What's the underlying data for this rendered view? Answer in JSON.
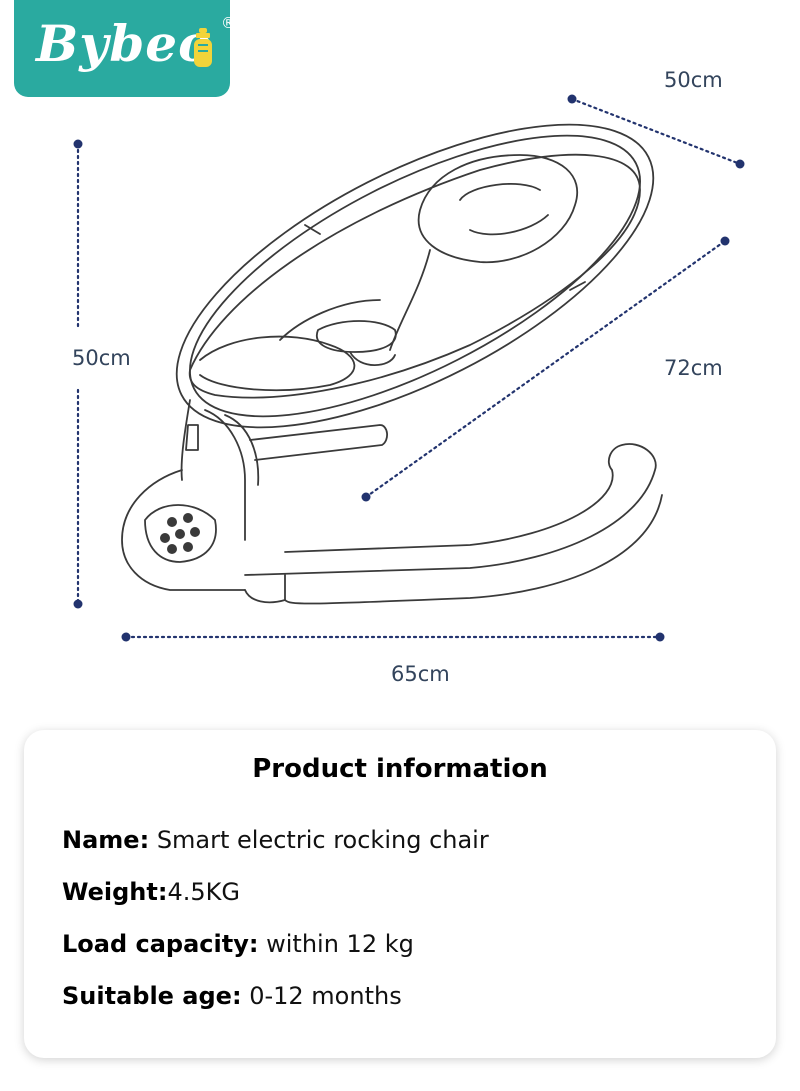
{
  "brand": {
    "name": "Bybeo",
    "registered_mark": "®",
    "bg_color": "#2aaaa0",
    "icon": "bottle-icon"
  },
  "dimensions": {
    "depth": "50cm",
    "height": "50cm",
    "length": "72cm",
    "width": "65cm",
    "line_color": "#22336e"
  },
  "product_info": {
    "title": "Product information",
    "rows": [
      {
        "label": "Name:",
        "value": "Smart electric rocking chair"
      },
      {
        "label": "Weight:",
        "value": "4.5KG"
      },
      {
        "label": "Load capacity:",
        "value": "within 12 kg"
      },
      {
        "label": "Suitable age:",
        "value": "0-12 months"
      }
    ]
  }
}
